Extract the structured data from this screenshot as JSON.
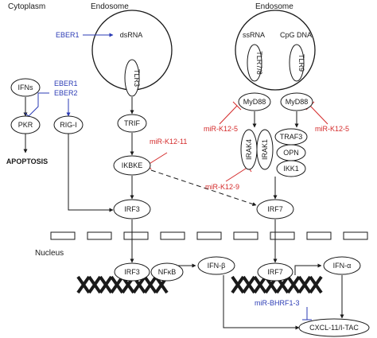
{
  "colors": {
    "ink": "#1a1a1a",
    "blue": "#2b3bb5",
    "red": "#d42a2a",
    "white": "#ffffff"
  },
  "regions": {
    "cytoplasm": "Cytoplasm",
    "endosome_left": "Endosome",
    "endosome_right": "Endosome",
    "nucleus": "Nucleus"
  },
  "nodes": {
    "dsrna": "dsRNA",
    "tlr3": "TLR3",
    "trif": "TRIF",
    "ikbke": "IKBKE",
    "irf3_cyto": "IRF3",
    "ifns": "IFNs",
    "pkr": "PKR",
    "rigi": "RIG-I",
    "apoptosis": "APOPTOSIS",
    "ssrna": "ssRNA",
    "cpg_dna": "CpG DNA",
    "tlr78": "TLR7/8",
    "tlr9": "TLR9",
    "myd88_left": "MyD88",
    "myd88_right": "MyD88",
    "irak4": "IRAK4",
    "irak1": "IRAK1",
    "traf3": "TRAF3",
    "opn": "OPN",
    "ikk1": "IKK1",
    "irf7_cyto": "IRF7",
    "irf3_nuc": "IRF3",
    "nfkb": "NFκB",
    "ifn_beta": "IFN-β",
    "irf7_nuc": "IRF7",
    "ifn_alpha": "IFN-α",
    "cxcl11": "CXCL-11/I-TAC"
  },
  "regulators": {
    "eber1_top": "EBER1",
    "eber1_side": "EBER1",
    "eber2_side": "EBER2",
    "mir_k12_11": "miR-K12-11",
    "mir_k12_5_left": "miR-K12-5",
    "mir_k12_5_right": "miR-K12-5",
    "mir_k12_9": "miR-K12-9",
    "mir_bhrf1_3": "miR-BHRF1-3"
  }
}
